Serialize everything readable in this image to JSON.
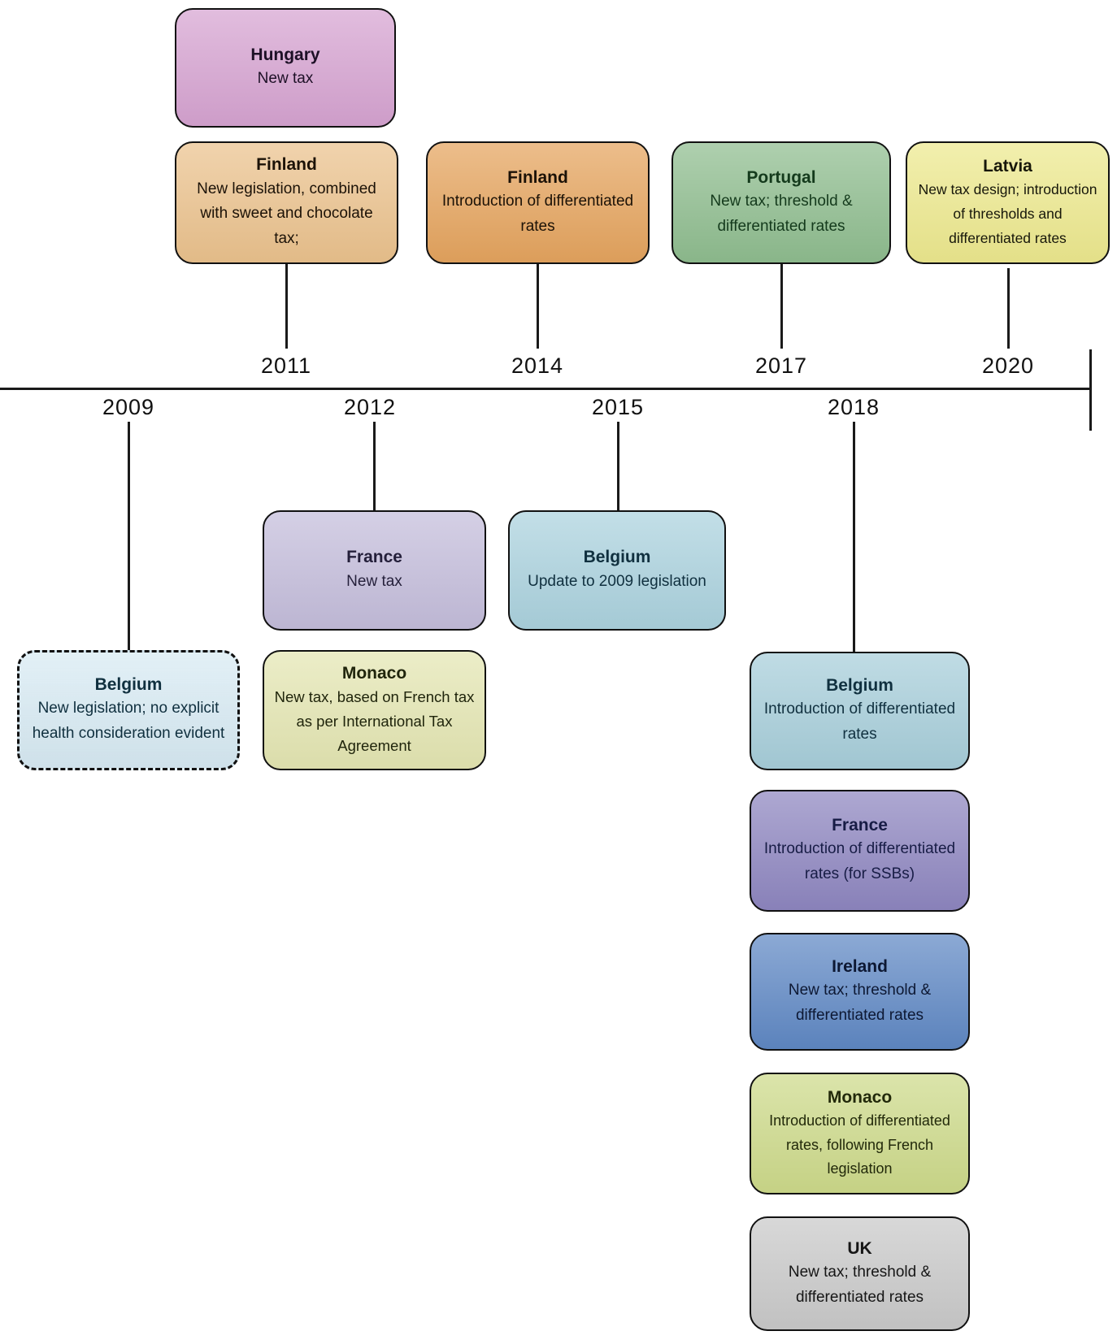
{
  "timeline": {
    "years_top": [
      "2011",
      "2014",
      "2017",
      "2020"
    ],
    "years_bottom": [
      "2009",
      "2012",
      "2015",
      "2018"
    ],
    "axis_color": "#1a1a1a"
  },
  "events": [
    {
      "country": "Hungary",
      "description": "New tax",
      "year": "2011",
      "fill": "#d6a3d1",
      "ink": "#1d1026",
      "border": "solid"
    },
    {
      "country": "Finland",
      "description": "New legislation, combined with sweet and chocolate tax;",
      "year": "2011",
      "fill": "#ebc28d",
      "ink": "#1c1207",
      "border": "solid"
    },
    {
      "country": "Finland",
      "description": "Introduction of differentiated rates",
      "year": "2014",
      "fill": "#e5a45e",
      "ink": "#1c1207",
      "border": "solid"
    },
    {
      "country": "Portugal",
      "description": "New tax; threshold & differentiated rates",
      "year": "2017",
      "fill": "#8fbd8f",
      "ink": "#143a1c",
      "border": "solid"
    },
    {
      "country": "Latvia",
      "description": "New tax design; introduction of thresholds and differentiated rates",
      "year": "2020",
      "fill": "#ede98e",
      "ink": "#17170a",
      "border": "solid"
    },
    {
      "country": "France",
      "description": "New tax",
      "year": "2012",
      "fill": "#c4bddb",
      "ink": "#241f3a",
      "border": "solid"
    },
    {
      "country": "Belgium",
      "description": "Update to 2009 legislation",
      "year": "2015",
      "fill": "#abd2de",
      "ink": "#10303f",
      "border": "solid"
    },
    {
      "country": "Belgium",
      "description": "New legislation; no explicit health consideration evident",
      "year": "2009",
      "fill": "#d7eaf3",
      "ink": "#10303f",
      "border": "dashed"
    },
    {
      "country": "Monaco",
      "description": "New tax, based on French tax as per International Tax Agreement",
      "year": "2012",
      "fill": "#e4e6b2",
      "ink": "#20250c",
      "border": "solid"
    },
    {
      "country": "Belgium",
      "description": "Introduction of differentiated rates",
      "year": "2018",
      "fill": "#a7ceda",
      "ink": "#10303f",
      "border": "solid"
    },
    {
      "country": "France",
      "description": "Introduction of differentiated rates (for SSBs)",
      "year": "2018",
      "fill": "#8e86c0",
      "ink": "#171c45",
      "border": "solid"
    },
    {
      "country": "Ireland",
      "description": "New tax; threshold & differentiated rates",
      "year": "2018",
      "fill": "#5f88c4",
      "ink": "#0d1833",
      "border": "solid"
    },
    {
      "country": "Monaco",
      "description": "Introduction of differentiated rates, following French legislation",
      "year": "2018",
      "fill": "#cdda8a",
      "ink": "#22290a",
      "border": "solid"
    },
    {
      "country": "UK",
      "description": "New tax; threshold & differentiated rates",
      "year": "2018",
      "fill": "#c9c9c9",
      "ink": "#161616",
      "border": "solid"
    }
  ]
}
